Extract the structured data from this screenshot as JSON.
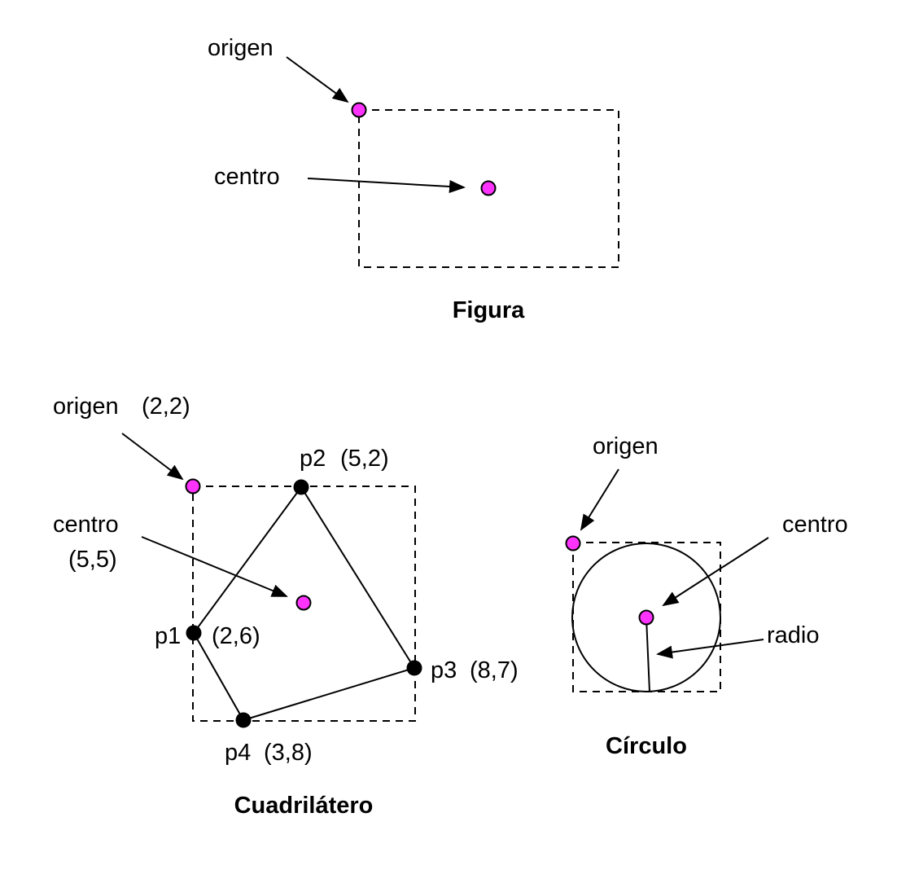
{
  "colors": {
    "marker": "#ff33ff",
    "ink": "#000000",
    "background": "#ffffff"
  },
  "figura": {
    "caption": "Figura",
    "origen_label": "origen",
    "centro_label": "centro"
  },
  "cuadrilatero": {
    "caption": "Cuadrilátero",
    "origen_label": "origen",
    "origen_coord": "(2,2)",
    "centro_label": "centro",
    "centro_coord": "(5,5)",
    "points": [
      {
        "name": "p1",
        "coord": "(2,6)"
      },
      {
        "name": "p2",
        "coord": "(5,2)"
      },
      {
        "name": "p3",
        "coord": "(8,7)"
      },
      {
        "name": "p4",
        "coord": "(3,8)"
      }
    ]
  },
  "circulo": {
    "caption": "Círculo",
    "origen_label": "origen",
    "centro_label": "centro",
    "radio_label": "radio"
  }
}
